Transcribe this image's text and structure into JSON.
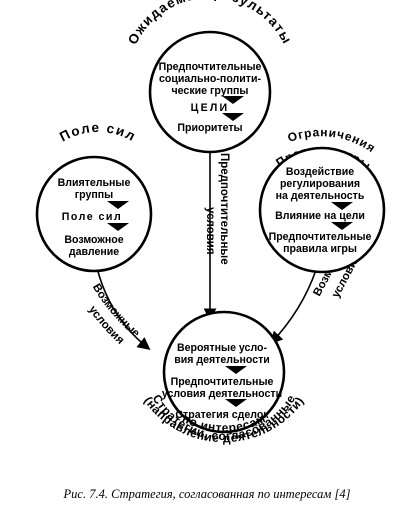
{
  "top_circle": {
    "arc_title": "Ожидаемые результаты",
    "lines": [
      "Предпочтительные",
      "социально-полити-",
      "ческие группы"
    ],
    "mid_label": "ЦЕЛИ",
    "bottom_line": "Приоритеты"
  },
  "left_circle": {
    "arc_title": "Поле сил",
    "lines": [
      "Влиятельные",
      "группы"
    ],
    "mid_label": "Поле  сил",
    "bottom_lines": [
      "Возможное",
      "давление"
    ]
  },
  "right_circle": {
    "arc_title_1": "Ограничения",
    "arc_title_2": "Правила игры",
    "lines": [
      "Воздействие",
      "регулирования",
      "на деятельность"
    ],
    "mid_label": "Влияние на цели",
    "bottom_lines": [
      "Предпочтительные",
      "правила игры"
    ]
  },
  "center_circle": {
    "lines_1": [
      "Вероятные усло-",
      "вия деятельности"
    ],
    "lines_2": [
      "Предпочтительные",
      "условия деятельности"
    ],
    "line_3": "Стратегия сделок",
    "arc_1": "Стратегии, согласованные",
    "arc_2": "по интересам",
    "arc_3": "(направление деятельности)"
  },
  "edges": {
    "top_to_center_1": "Предпочтительные",
    "top_to_center_2": "условия",
    "left_to_center_1": "Возможные",
    "left_to_center_2": "условия",
    "right_to_center_1": "Возможные",
    "right_to_center_2": "условия"
  },
  "caption": "Рис. 7.4. Стратегия, согласованная по интересам [4]"
}
